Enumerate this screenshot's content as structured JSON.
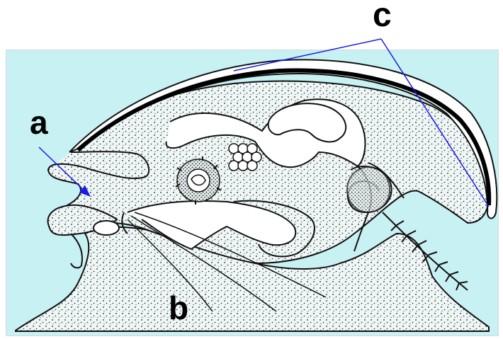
{
  "labels": {
    "a": "a",
    "b": "b",
    "c": "c"
  },
  "colors": {
    "background_panel": "#c8f1f3",
    "pointer_lines": "#1a1ae6",
    "body_fill": "#f2f8f8",
    "outline": "#111111"
  }
}
